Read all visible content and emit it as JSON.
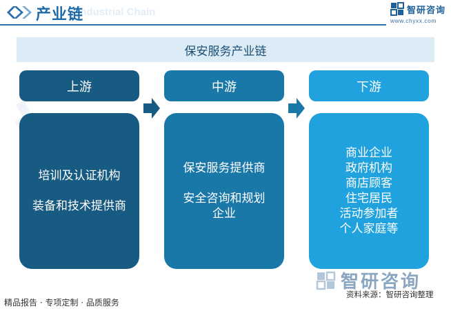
{
  "header": {
    "title": "产业链",
    "subtitle_en": "Industrial Chain",
    "brand_name": "智研咨询",
    "brand_url": "www.chyxx.com"
  },
  "chart_title": "保安服务产业链",
  "stages": [
    {
      "label": "上游",
      "items": [
        "培训及认证机构",
        "装备和技术提供商"
      ],
      "color": "#175a82"
    },
    {
      "label": "中游",
      "items": [
        "保安服务提供商",
        "安全咨询和规划企业"
      ],
      "color": "#1a78a9"
    },
    {
      "label": "下游",
      "items": [
        "商业企业",
        "政府机构",
        "商店顾客",
        "住宅居民",
        "活动参加者",
        "个人家庭等"
      ],
      "color": "#1fa2dd"
    }
  ],
  "footer": {
    "watermark": "智研咨询",
    "left": "精品报告 · 专项定制 · 品质服务",
    "source": "资料来源：智研咨询整理"
  },
  "colors": {
    "accent": "#1f6aa8",
    "title_bg": "#dcecf7"
  }
}
